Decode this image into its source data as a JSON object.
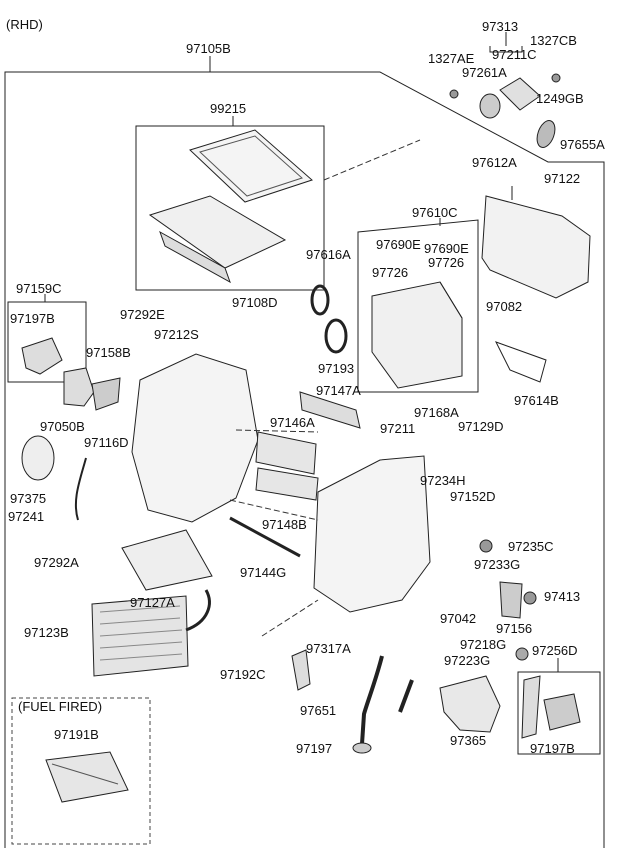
{
  "header": {
    "variant": "(RHD)",
    "assembly_part": "97105B"
  },
  "groups": {
    "fuel_fired_title": "(FUEL FIRED)"
  },
  "parts": [
    "97313",
    "1327AE",
    "97211C",
    "1327CB",
    "97261A",
    "1249GB",
    "97655A",
    "99215",
    "97612A",
    "97122",
    "97610C",
    "97690E",
    "97690E",
    "97726",
    "97726",
    "97616A",
    "97108D",
    "97082",
    "97159C",
    "97197B",
    "97292E",
    "97212S",
    "97158B",
    "97193",
    "97614B",
    "97050B",
    "97147A",
    "97116D",
    "97168A",
    "97146A",
    "97211",
    "97129D",
    "97375",
    "97234H",
    "97152D",
    "97241",
    "97148B",
    "97235C",
    "97292A",
    "97233G",
    "97144G",
    "97127A",
    "97413",
    "97042",
    "97156",
    "97123B",
    "97218G",
    "97317A",
    "97256D",
    "97223G",
    "97192C",
    "97651",
    "97365",
    "97191B",
    "97197",
    "97197B"
  ],
  "colors": {
    "line": "#222222",
    "leader": "#333333",
    "background": "#ffffff"
  }
}
